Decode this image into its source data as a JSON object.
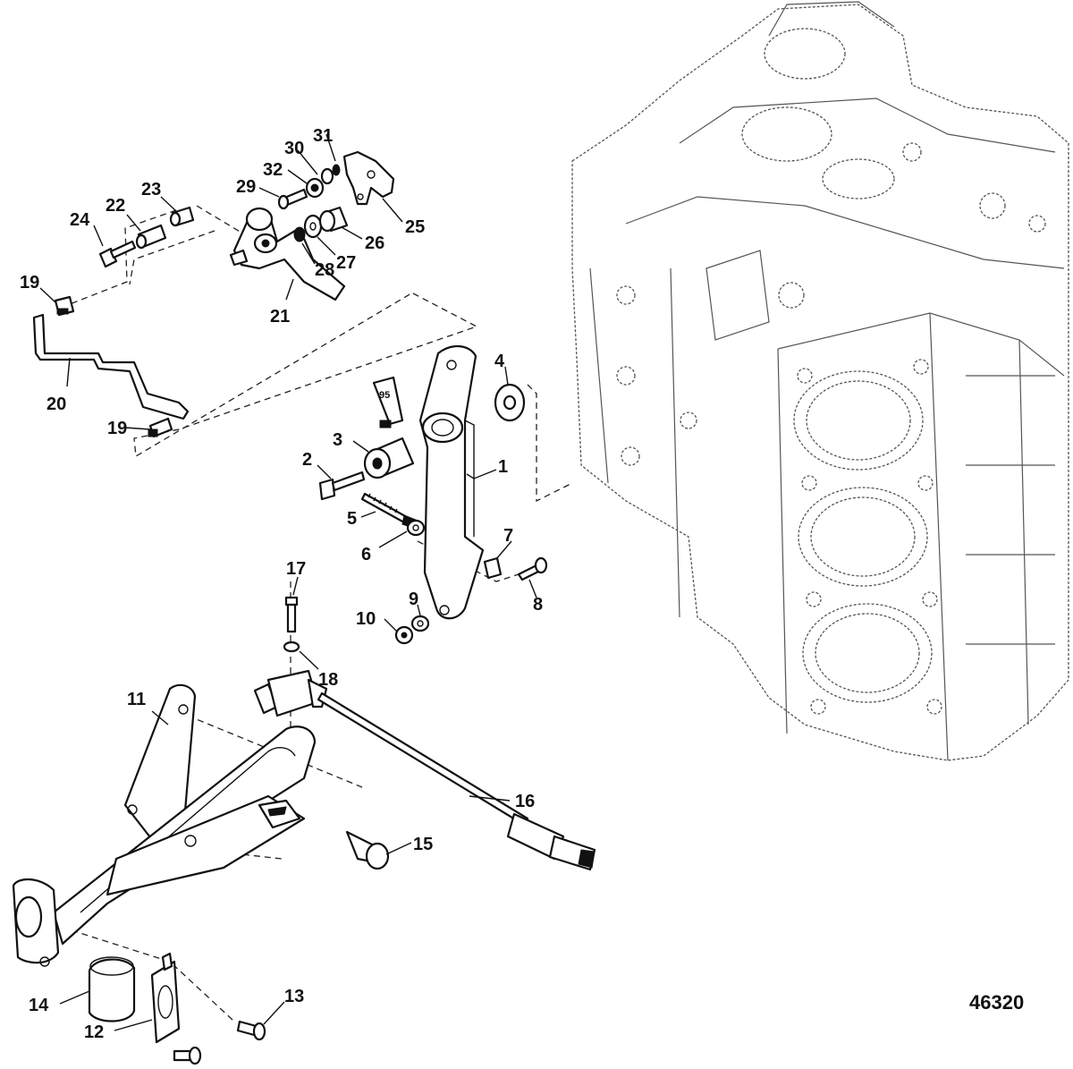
{
  "figure_number": "46320",
  "callouts": [
    {
      "n": "1"
    },
    {
      "n": "2"
    },
    {
      "n": "3"
    },
    {
      "n": "4"
    },
    {
      "n": "5"
    },
    {
      "n": "6"
    },
    {
      "n": "7"
    },
    {
      "n": "8"
    },
    {
      "n": "9"
    },
    {
      "n": "10"
    },
    {
      "n": "11"
    },
    {
      "n": "12"
    },
    {
      "n": "13"
    },
    {
      "n": "14"
    },
    {
      "n": "15"
    },
    {
      "n": "16"
    },
    {
      "n": "17"
    },
    {
      "n": "18"
    },
    {
      "n": "19"
    },
    {
      "n": "19"
    },
    {
      "n": "20"
    },
    {
      "n": "21"
    },
    {
      "n": "22"
    },
    {
      "n": "23"
    },
    {
      "n": "24"
    },
    {
      "n": "25"
    },
    {
      "n": "26"
    },
    {
      "n": "27"
    },
    {
      "n": "28"
    },
    {
      "n": "29"
    },
    {
      "n": "30"
    },
    {
      "n": "31"
    },
    {
      "n": "32"
    }
  ],
  "lubricant_tube_label": "95"
}
